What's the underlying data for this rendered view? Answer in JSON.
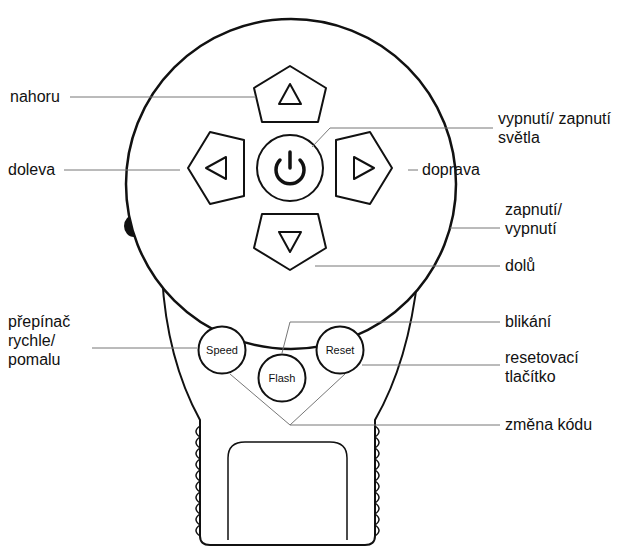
{
  "diagram": {
    "nodes": [
      {
        "text": [
          "Speed"
        ]
      },
      {
        "text": [
          "Flash"
        ]
      },
      {
        "text": [
          "Reset"
        ]
      }
    ],
    "labels": [
      "nahoru",
      "vypnutí/ zapnutí světla",
      "doleva",
      "doprava",
      "zapnutí/ vypnutí",
      "dolů",
      "přepínač rychle/ pomalu",
      "blikání",
      "resetovací tlačítko",
      "změna kódu"
    ]
  }
}
